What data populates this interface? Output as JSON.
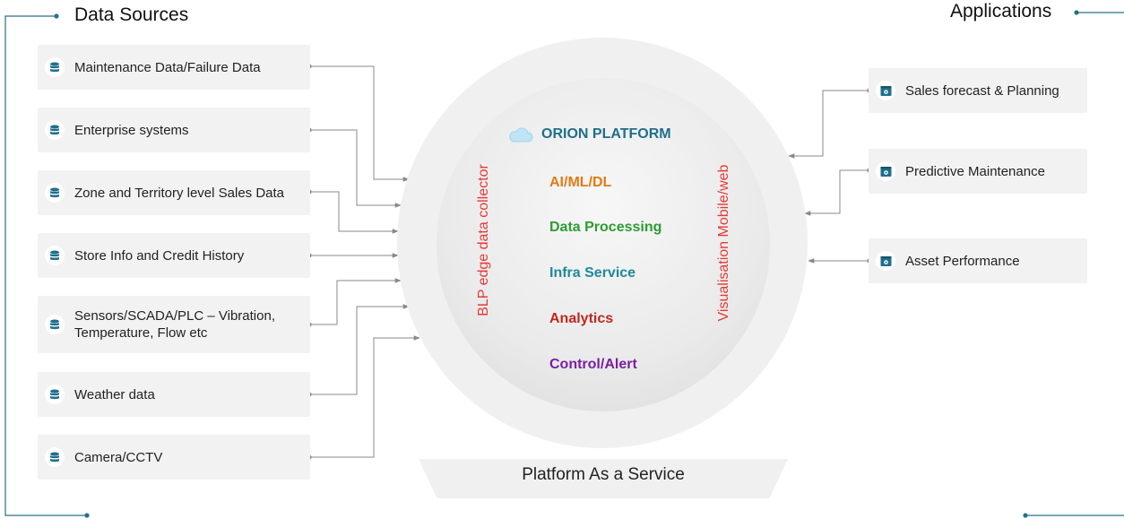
{
  "data_sources": {
    "heading": "Data Sources",
    "items": [
      {
        "label": "Maintenance Data/Failure Data",
        "icon": "database-icon"
      },
      {
        "label": "Enterprise systems",
        "icon": "database-icon"
      },
      {
        "label": "Zone and Territory level Sales Data",
        "icon": "database-icon"
      },
      {
        "label": "Store Info and Credit History",
        "icon": "database-icon"
      },
      {
        "label": "Sensors/SCADA/PLC – Vibration, Temperature, Flow etc",
        "icon": "database-icon"
      },
      {
        "label": "Weather data",
        "icon": "database-icon"
      },
      {
        "label": "Camera/CCTV",
        "icon": "database-icon"
      }
    ]
  },
  "applications": {
    "heading": "Applications",
    "items": [
      {
        "label": "Sales forecast & Planning",
        "icon": "app-settings-icon"
      },
      {
        "label": "Predictive Maintenance",
        "icon": "app-settings-icon"
      },
      {
        "label": "Asset Performance",
        "icon": "app-settings-icon"
      }
    ]
  },
  "platform": {
    "title": "ORION PLATFORM",
    "title_icon": "cloud-icon",
    "left_vertical": "BLP edge data collector",
    "right_vertical": "Visualisation Mobile/web",
    "layers": [
      {
        "label": "AI/ML/DL",
        "color": "#e07b16"
      },
      {
        "label": "Data Processing",
        "color": "#2e9c33"
      },
      {
        "label": "Infra Service",
        "color": "#1f8a99"
      },
      {
        "label": "Analytics",
        "color": "#c0281f"
      },
      {
        "label": "Control/Alert",
        "color": "#7b1fa2"
      }
    ],
    "base_label": "Platform As a Service"
  },
  "colors": {
    "bracket": "#2a6f8a",
    "connector": "#888888",
    "platform_title": "#1f6f8b",
    "vertical_text": "#e53935",
    "card_bg": "#f2f2f2"
  }
}
